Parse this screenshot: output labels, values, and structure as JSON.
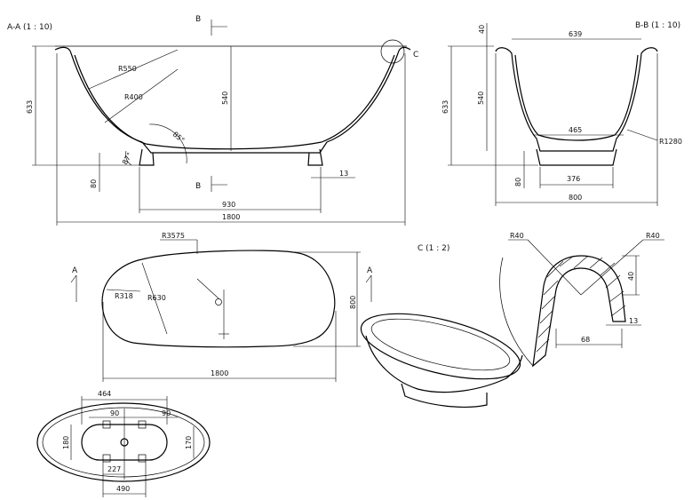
{
  "views": {
    "section_aa": {
      "title": "A-A (1 : 10)",
      "callout_c": "C",
      "cut_label": "B",
      "dims": {
        "height_total": "633",
        "inner_depth": "540",
        "base_height": "80",
        "outer_radius": "R550",
        "inner_radius": "R400",
        "foot_angle": "85°",
        "side_angle": "87°",
        "lip": "13",
        "base_width": "930",
        "length": "1800"
      }
    },
    "section_bb": {
      "title": "B-B (1 : 10)",
      "dims": {
        "rim_height": "40",
        "top_width": "639",
        "height_total": "633",
        "inner_depth": "540",
        "bottom_inner_width": "465",
        "radius": "R1280",
        "base_height": "80",
        "base_width": "376",
        "width": "800"
      }
    },
    "plan_top": {
      "section_label": "A",
      "dims": {
        "large_radius": "R3575",
        "end_radius": "R318",
        "mid_radius": "R630",
        "width": "800",
        "length": "1800"
      }
    },
    "detail_c": {
      "title": "C (1 : 2)",
      "dims": {
        "radius_left": "R40",
        "radius_right": "R40",
        "rim_height": "40",
        "lip": "13",
        "rim_width": "68"
      }
    },
    "base_plan": {
      "dims": {
        "top_width": "464",
        "slot_left": "90",
        "slot_right": "90",
        "height_left": "180",
        "height_right": "170",
        "drain_offset": "227",
        "bottom_width": "490"
      }
    }
  }
}
